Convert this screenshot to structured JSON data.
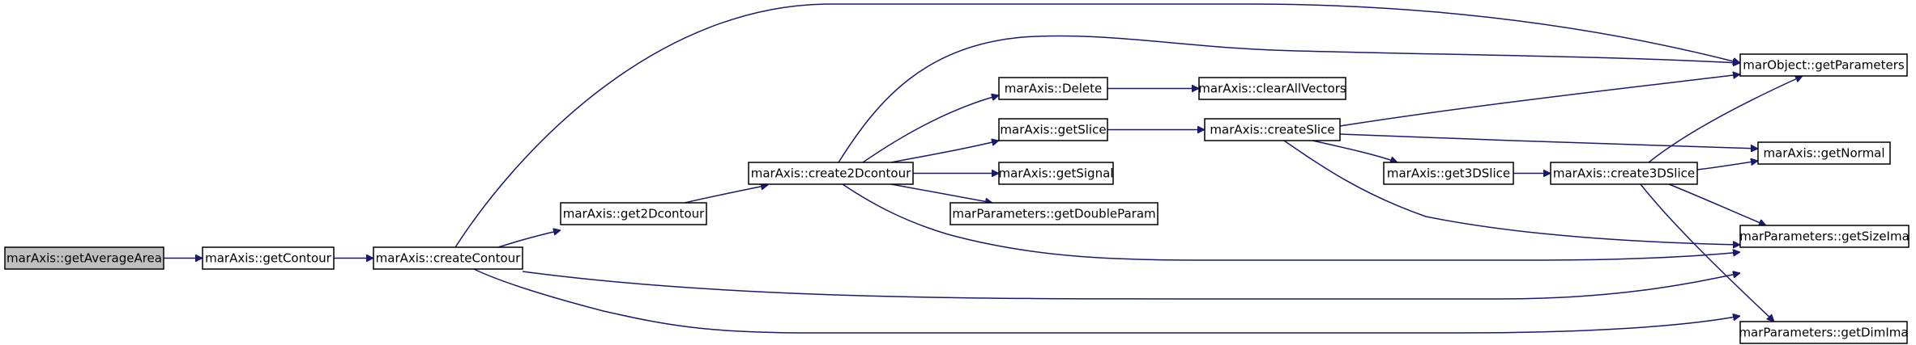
{
  "colors": {
    "edge": "#191970",
    "node_fill": "#ffffff",
    "root_fill": "#bfbfbf",
    "node_border": "#000000"
  },
  "nodes": [
    {
      "id": "getAverageArea",
      "label": "marAxis::getAverageArea",
      "root": true
    },
    {
      "id": "getContour",
      "label": "marAxis::getContour"
    },
    {
      "id": "createContour",
      "label": "marAxis::createContour"
    },
    {
      "id": "get2Dcontour",
      "label": "marAxis::get2Dcontour"
    },
    {
      "id": "create2Dcontour",
      "label": "marAxis::create2Dcontour"
    },
    {
      "id": "Delete",
      "label": "marAxis::Delete"
    },
    {
      "id": "getSlice",
      "label": "marAxis::getSlice"
    },
    {
      "id": "getSignal",
      "label": "marAxis::getSignal"
    },
    {
      "id": "getDoubleParam",
      "label": "marParameters::getDoubleParam"
    },
    {
      "id": "clearAllVectors",
      "label": "marAxis::clearAllVectors"
    },
    {
      "id": "createSlice",
      "label": "marAxis::createSlice"
    },
    {
      "id": "get3DSlice",
      "label": "marAxis::get3DSlice"
    },
    {
      "id": "create3DSlice",
      "label": "marAxis::create3DSlice"
    },
    {
      "id": "getParameters",
      "label": "marObject::getParameters"
    },
    {
      "id": "getNormal",
      "label": "marAxis::getNormal"
    },
    {
      "id": "getSizeIma",
      "label": "marParameters::getSizeIma"
    },
    {
      "id": "getDimIma",
      "label": "marParameters::getDimIma"
    }
  ],
  "edges": [
    {
      "from": "getAverageArea",
      "to": "getContour"
    },
    {
      "from": "getContour",
      "to": "createContour"
    },
    {
      "from": "createContour",
      "to": "get2Dcontour"
    },
    {
      "from": "createContour",
      "to": "getParameters"
    },
    {
      "from": "createContour",
      "to": "getSizeIma"
    },
    {
      "from": "createContour",
      "to": "getDimIma"
    },
    {
      "from": "get2Dcontour",
      "to": "create2Dcontour"
    },
    {
      "from": "create2Dcontour",
      "to": "Delete"
    },
    {
      "from": "create2Dcontour",
      "to": "getSlice"
    },
    {
      "from": "create2Dcontour",
      "to": "getSignal"
    },
    {
      "from": "create2Dcontour",
      "to": "getDoubleParam"
    },
    {
      "from": "create2Dcontour",
      "to": "getParameters"
    },
    {
      "from": "create2Dcontour",
      "to": "getSizeIma"
    },
    {
      "from": "Delete",
      "to": "clearAllVectors"
    },
    {
      "from": "getSlice",
      "to": "createSlice"
    },
    {
      "from": "createSlice",
      "to": "getParameters"
    },
    {
      "from": "createSlice",
      "to": "getNormal"
    },
    {
      "from": "createSlice",
      "to": "get3DSlice"
    },
    {
      "from": "createSlice",
      "to": "getSizeIma"
    },
    {
      "from": "get3DSlice",
      "to": "create3DSlice"
    },
    {
      "from": "create3DSlice",
      "to": "getParameters"
    },
    {
      "from": "create3DSlice",
      "to": "getNormal"
    },
    {
      "from": "create3DSlice",
      "to": "getSizeIma"
    },
    {
      "from": "create3DSlice",
      "to": "getDimIma"
    }
  ]
}
